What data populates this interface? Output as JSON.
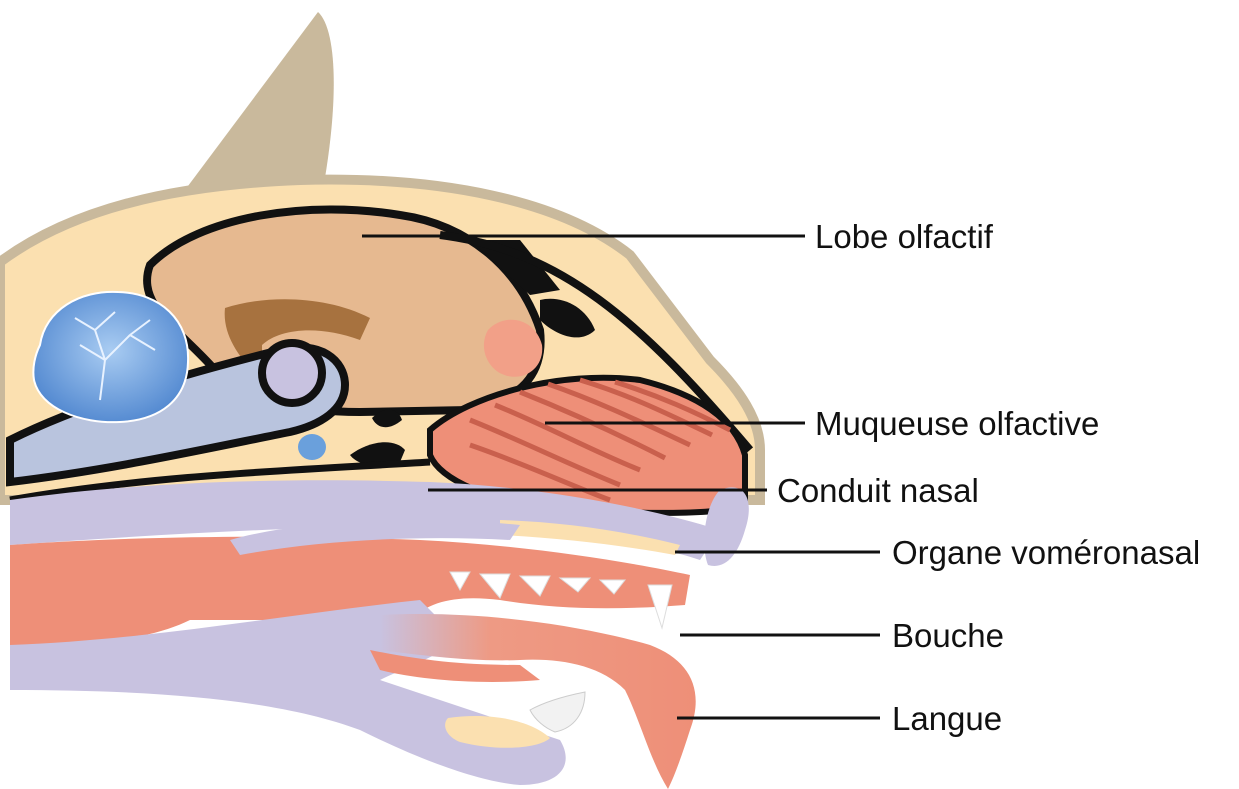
{
  "labels": {
    "lobe_olfactif": "Lobe olfactif",
    "muqueuse_olfactive": "Muqueuse olfactive",
    "conduit_nasal": "Conduit nasal",
    "organe_vomeronasal": "Organe voméronasal",
    "bouche": "Bouche",
    "langue": "Langue"
  },
  "colors": {
    "ear": "#c9b99c",
    "skull": "#fbe0b0",
    "brain": "#e6b990",
    "brain_dark": "#a7723f",
    "cerebellum": "#6aa0dc",
    "nasal_tissue": "#ee8f78",
    "soft_tissue": "#c8c2e0",
    "outline": "#111111"
  }
}
